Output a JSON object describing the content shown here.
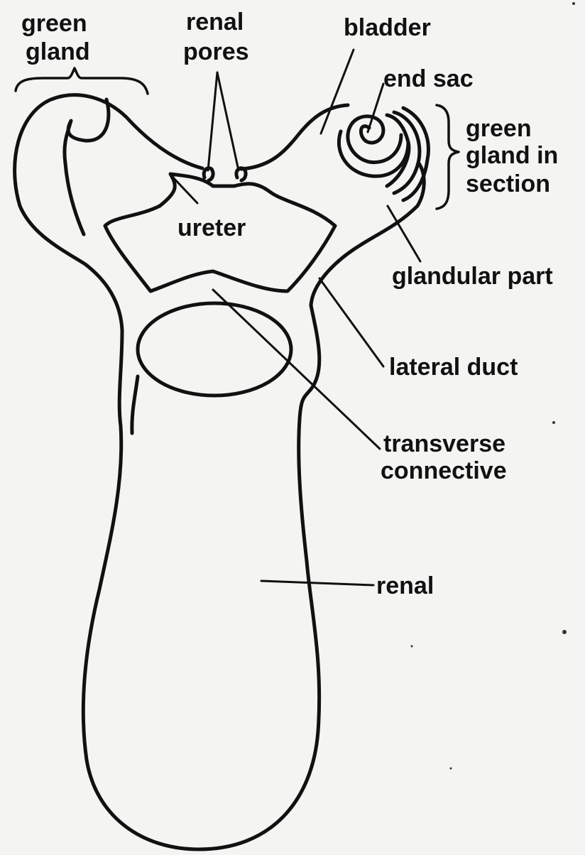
{
  "labels": {
    "green_gland_1": "green",
    "green_gland_2": "gland",
    "renal_pores_1": "renal",
    "renal_pores_2": "pores",
    "bladder": "bladder",
    "end_sac": "end sac",
    "gland_section_1": "green",
    "gland_section_2": "gland in",
    "gland_section_3": "section",
    "ureter": "ureter",
    "glandular_part": "glandular part",
    "lateral_duct": "lateral duct",
    "transverse_1": "transverse",
    "transverse_2": "connective",
    "renal": "renal"
  }
}
